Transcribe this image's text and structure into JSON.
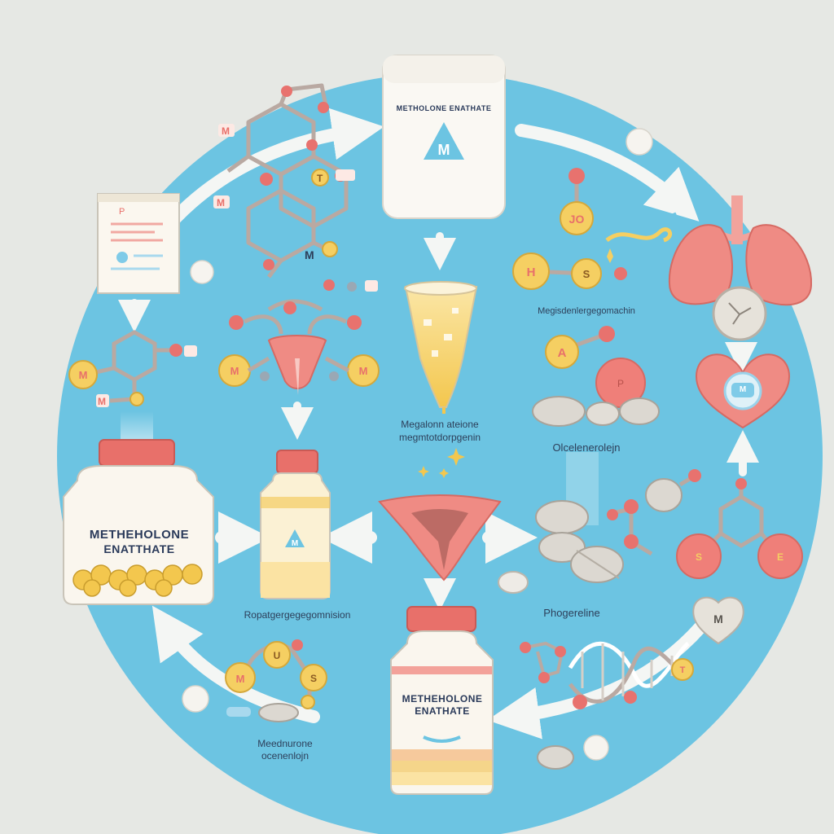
{
  "colors": {
    "background": "#e6e8e4",
    "circle": "#6cc4e2",
    "arrow": "#f4f6f4",
    "bottle_cap": "#e8706a",
    "bottle_body": "#faf6ee",
    "organ_pink": "#ef8b84",
    "atom_yellow": "#f5cf62",
    "atom_red": "#e8726e",
    "text": "#2d3f5a"
  },
  "labels": {
    "top_jar_label": "METHOLONE ENATHATE",
    "top_jar_logo": "M",
    "big_jar_line1": "METHEHOLONE",
    "big_jar_line2": "ENATTHATE",
    "bottom_jar_line1": "METHEHOLONE",
    "bottom_jar_line2": "ENATHATE",
    "small_bottle_logo": "M",
    "center_beaker_caption_line1": "Megalonn ateione",
    "center_beaker_caption_line2": "megmtotdorpgenin",
    "right_upper_caption": "Megisdenlergegomachin",
    "right_pills_caption": "Olcelenerolejn",
    "mid_left_caption": "Ropatgergegegomnision",
    "mid_right_caption": "Phogereline",
    "bottom_left_caption_line1": "Meednurone",
    "bottom_left_caption_line2": "ocenenlojn",
    "document_letter": "P",
    "heart_badge": "M",
    "pill_letter": "P"
  },
  "atom_letters": {
    "top_mol_a": "M",
    "top_mol_b": "T",
    "top_mol_c": "M",
    "top_mol_d": "M",
    "left_mol_a": "M",
    "left_mol_b": "M",
    "ut_mol_a": "M",
    "ut_mol_b": "M",
    "right_mol_jo": "JO",
    "right_mol_h": "H",
    "right_mol_s": "S",
    "right_mol_a": "A",
    "bottom_mol_m": "M",
    "bottom_mol_u": "U",
    "bottom_mol_s": "S",
    "right_ring_s": "S",
    "right_ring_e": "E",
    "dna_t": "T",
    "heart_right_m": "M"
  },
  "icons": [
    "document-icon",
    "molecule-icon",
    "jar-icon",
    "lungs-icon",
    "heart-icon",
    "beaker-icon",
    "uterus-icon",
    "bottle-icon",
    "pill-icon",
    "dna-icon",
    "arrow-icon"
  ]
}
